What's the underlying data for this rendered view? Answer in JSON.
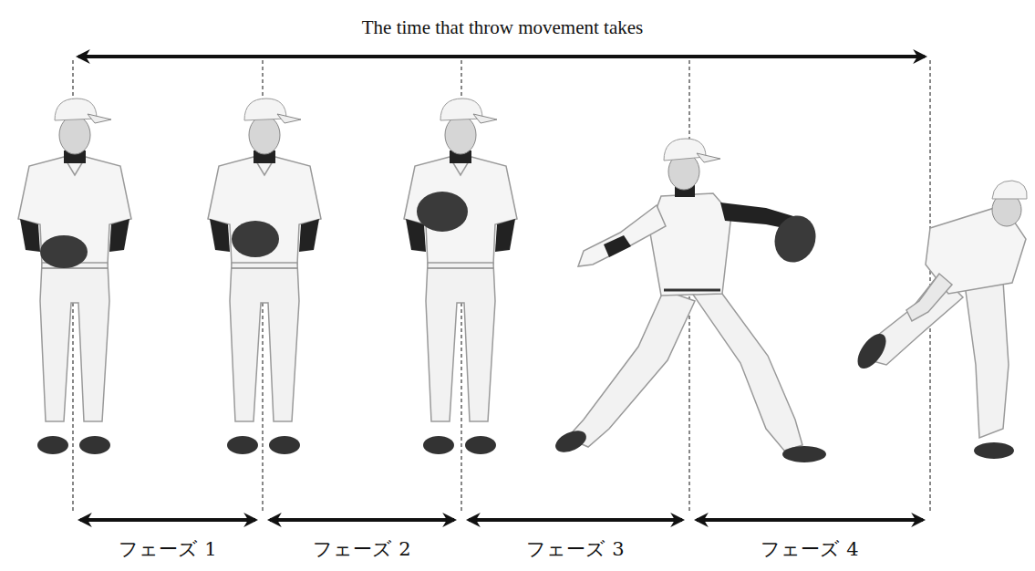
{
  "diagram": {
    "title": "The time that throw movement takes",
    "labels": [
      "フェーズ 1",
      "フェーズ 2",
      "フェーズ 3",
      "フェーズ 4"
    ]
  }
}
